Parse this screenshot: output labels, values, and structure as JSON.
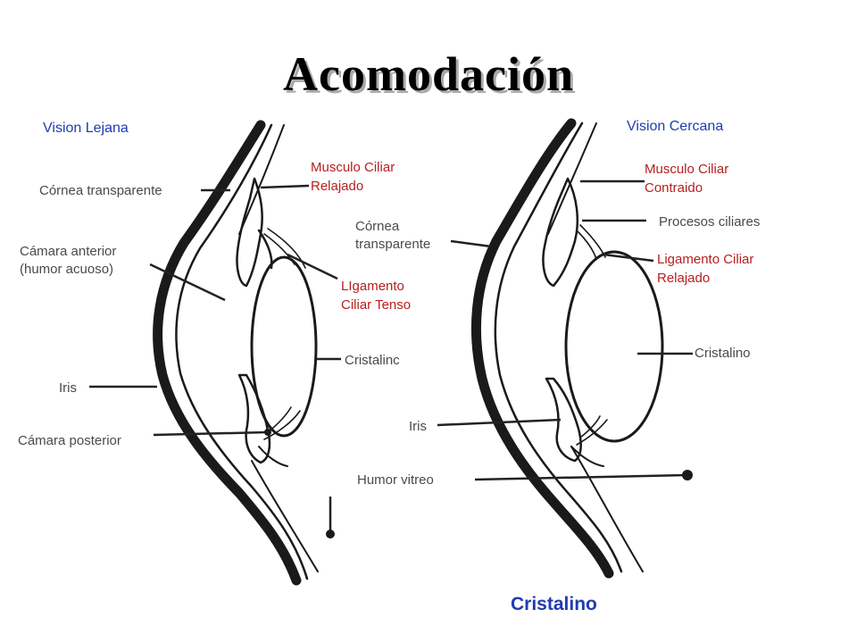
{
  "title": "Acomodación",
  "caption": "Cristalino",
  "left_panel": {
    "heading": "Vision Lejana",
    "labels": {
      "cornea": "Córnea transparente",
      "anterior_chamber_1": "Cámara anterior",
      "anterior_chamber_2": "(humor acuoso)",
      "iris": "Iris",
      "posterior_chamber": "Cámara posterior",
      "ciliary_muscle_1": "Musculo Ciliar",
      "ciliary_muscle_2": "Relajado",
      "ligament_1": "LIgamento",
      "ligament_2": "Ciliar Tenso",
      "lens": "Cristalinc"
    }
  },
  "right_panel": {
    "heading": "Vision Cercana",
    "labels": {
      "cornea_1": "Córnea",
      "cornea_2": "transparente",
      "ciliary_muscle_1": "Musculo Ciliar",
      "ciliary_muscle_2": "Contraido",
      "ciliary_processes": "Procesos ciliares",
      "ligament_1": "Ligamento Ciliar",
      "ligament_2": "Relajado",
      "lens": "Cristalino",
      "iris": "Iris",
      "vitreous": "Humor vitreo"
    }
  },
  "colors": {
    "label_gray": "#4a4a4a",
    "label_red": "#b81e1e",
    "label_blue": "#1f3cb0"
  }
}
